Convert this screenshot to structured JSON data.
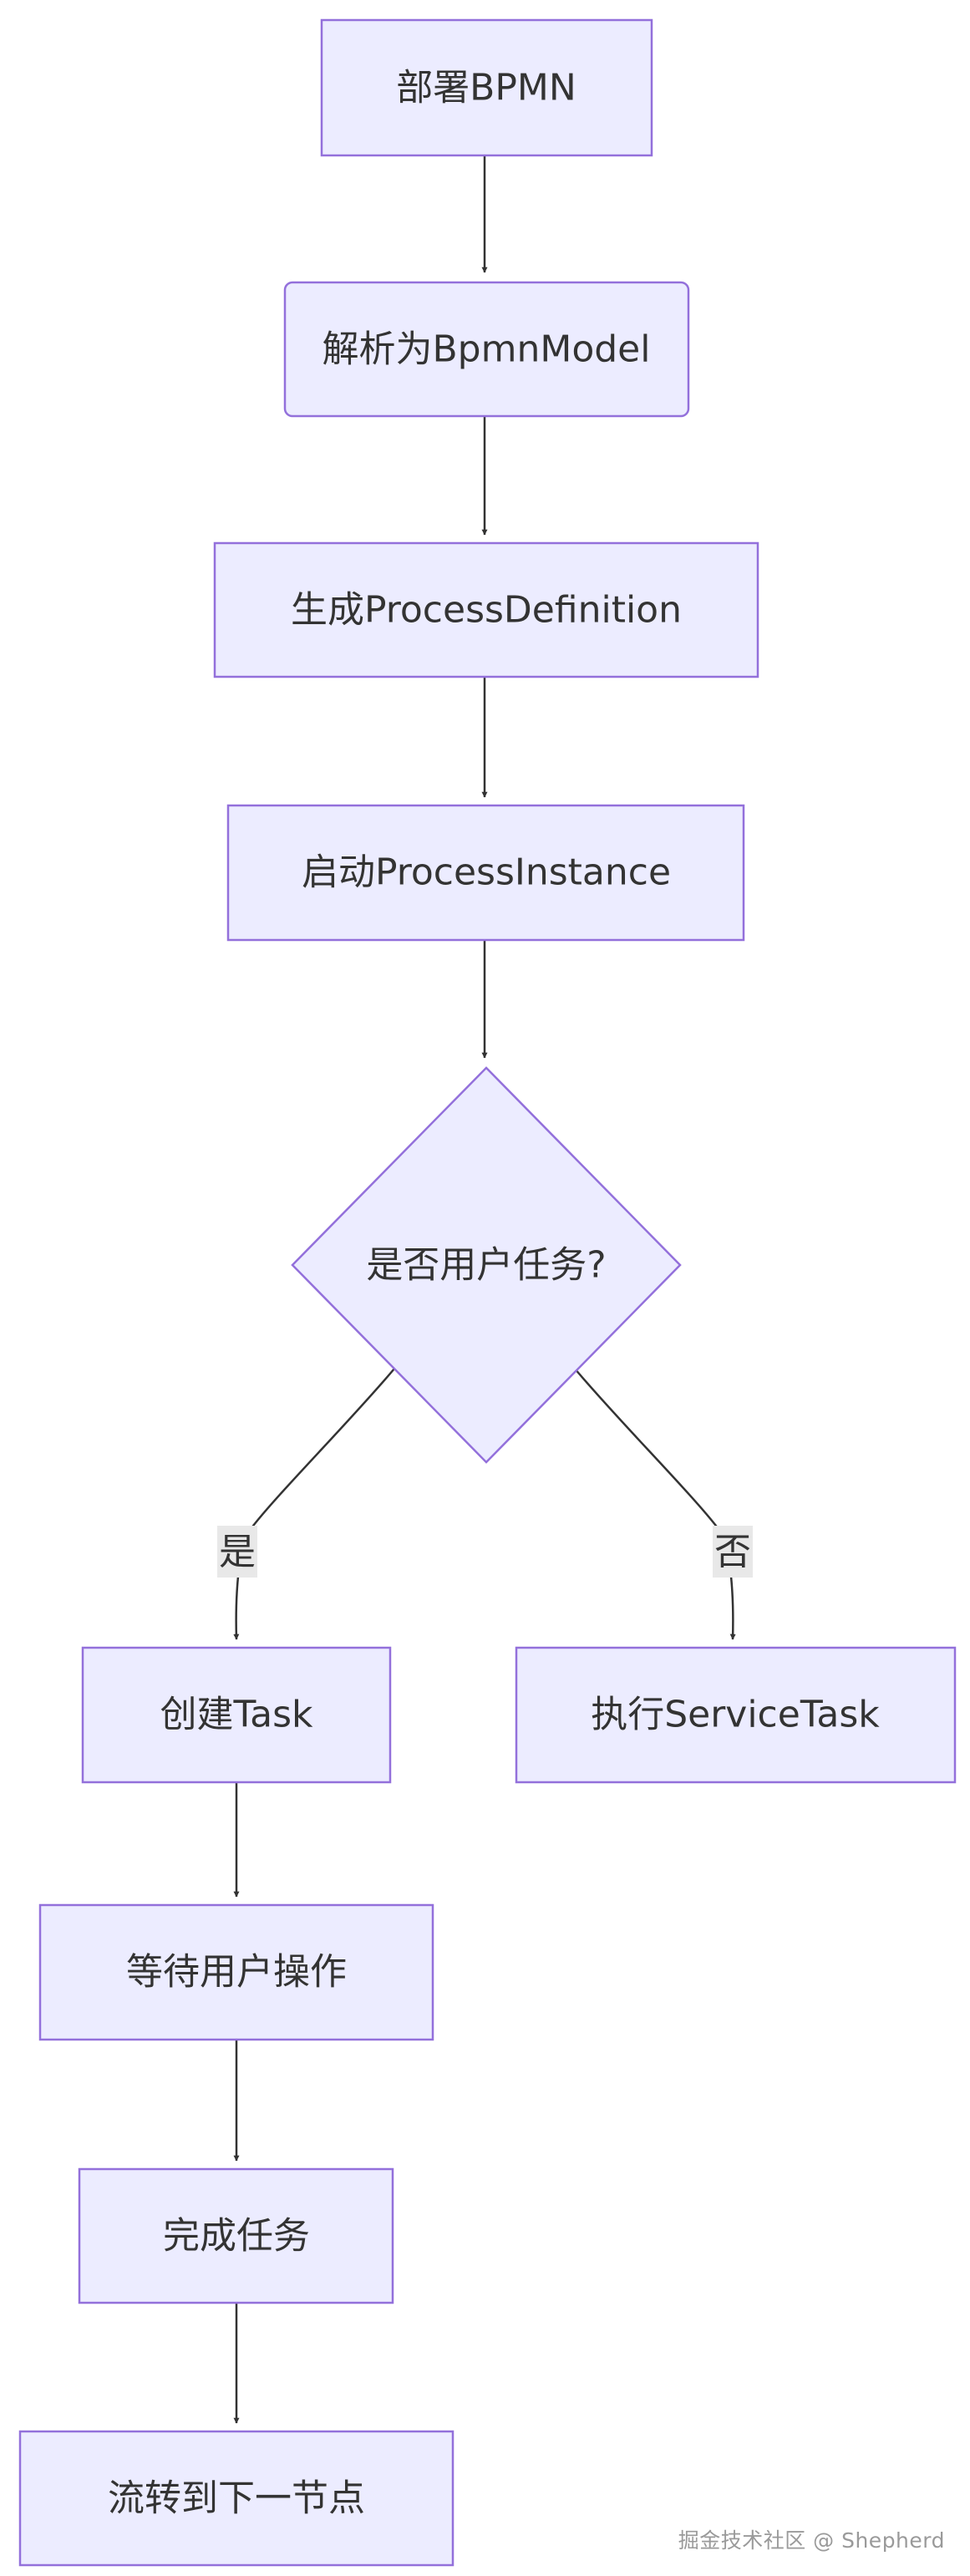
{
  "diagram": {
    "nodes": {
      "deploy": "部署BPMN",
      "parse": "解析为BpmnModel",
      "generate": "生成ProcessDefinition",
      "start": "启动ProcessInstance",
      "decision": "是否用户任务?",
      "create_task": "创建Task",
      "service_task": "执行ServiceTask",
      "wait": "等待用户操作",
      "complete": "完成任务",
      "next": "流转到下一节点"
    },
    "edge_labels": {
      "yes": "是",
      "no": "否"
    }
  },
  "watermark": "掘金技术社区 @ Shepherd",
  "colors": {
    "node_fill": "#ECECFF",
    "node_stroke": "#9370DB",
    "edge": "#333333",
    "label_bg": "#E8E8E8"
  }
}
